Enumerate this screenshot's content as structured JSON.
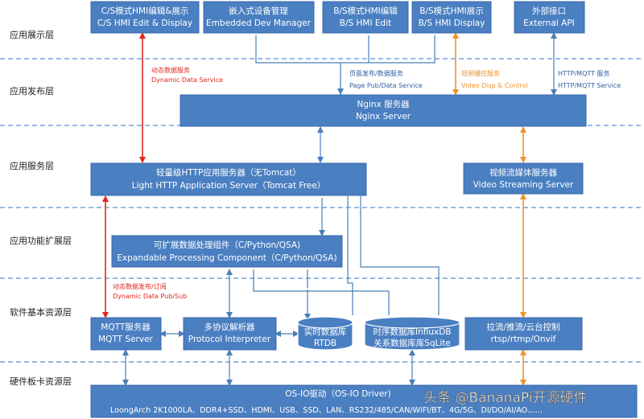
{
  "layers": [
    "应用展示层",
    "应用发布层",
    "应用服务层",
    "应用功能扩展层",
    "软件基本资源层",
    "硬件板卡资源层"
  ],
  "boxes": {
    "cs_hmi": [
      "C/S模式HMI编辑&展示",
      "C/S HMI Edit & Display"
    ],
    "embedded": [
      "嵌入式设备管理",
      "Embedded Dev Manager"
    ],
    "bs_edit": [
      "B/S模式HMI编辑",
      "B/S HMI Edit"
    ],
    "bs_display": [
      "B/S模式HMI展示",
      "B/S HMI Display"
    ],
    "external": [
      "外部接口",
      "External API"
    ],
    "nginx": [
      "Nginx 服务器",
      "Nginx Server"
    ],
    "http_server": [
      "轻量级HTTP应用服务器（无Tomcat）",
      "Light HTTP Application Server（Tomcat Free）"
    ],
    "video_server": [
      "视频流媒体服务器",
      "Video Streaming Server"
    ],
    "processing": [
      "可扩展数据处理组件（C/Python/QSA)",
      "Expandable Processing Component（C/Python/QSA)"
    ],
    "mqtt": [
      "MQTT服务器",
      "MQTT Server"
    ],
    "protocol": [
      "多协议解析器",
      "Protocol Interpreter"
    ],
    "rtdb": [
      "实时数据库",
      "RTDB"
    ],
    "tsdb": [
      "时序数据库InfluxDB",
      "关系数据库库SqLite"
    ],
    "streaming": [
      "拉流/推流/云台控制",
      "rtsp/rtmp/Onvif"
    ],
    "os_driver": "OS-IO驱动（OS-IO Driver)",
    "hardware": "LoongArch 2K1000LA、DDR4+SSD、HDMI、USB、SSD、LAN、RS232/485/CAN/WIFI/BT、4G/5G、DI/DO/AI/AO……"
  },
  "services": {
    "dynamic_data": [
      "动态数据服务",
      "Dynamic Data Service"
    ],
    "page_pub": [
      "页面发布/数据服务",
      "Page Pub/Data Service"
    ],
    "video_disp": [
      "视频播控服务",
      "Video Disp & Control"
    ],
    "http_mqtt": [
      "HTTP/MQTT 服务",
      "HTTP/MQTT Service"
    ],
    "dynamic_pub": [
      "动态数据发布/订阅",
      "Dynamic Data Pub/Sub"
    ]
  },
  "watermark": "头条 @BananaPi开源硬件",
  "colors": {
    "box": "#4a7fc1",
    "red": "#e0261e",
    "orange": "#f0922e",
    "connector": "#4a7fb8",
    "divider": "#5b8dd0"
  }
}
